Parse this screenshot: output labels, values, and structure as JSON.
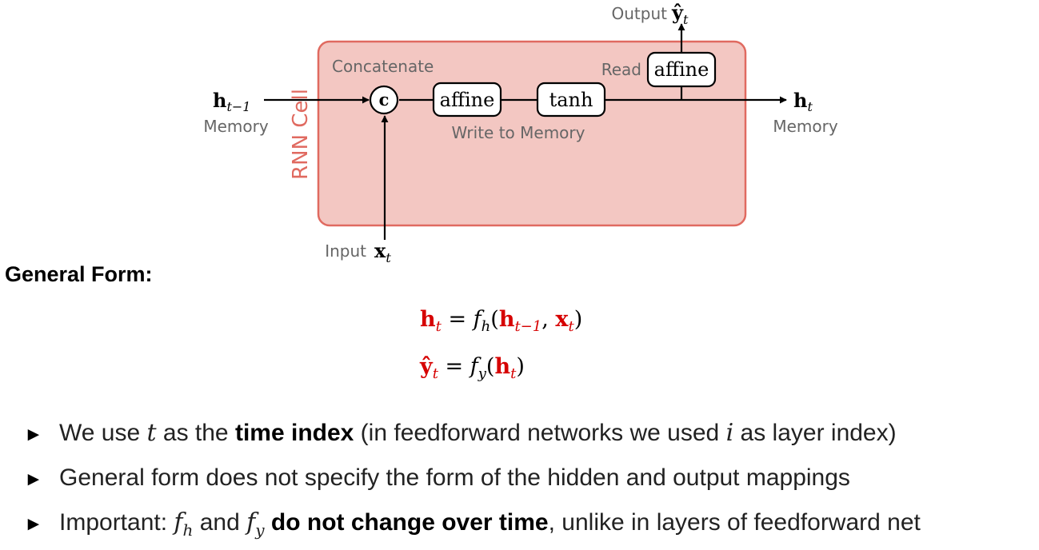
{
  "diagram": {
    "cell_label": "RNN Cell",
    "concatenate_label": "Concatenate",
    "concat_node": "c",
    "affine_write_label": "affine",
    "tanh_label": "tanh",
    "write_label": "Write to Memory",
    "read_label": "Read",
    "affine_read_label": "affine",
    "output_label": "Output",
    "output_symbol": "ŷ",
    "output_sub": "t",
    "hprev_symbol": "h",
    "hprev_sub": "t−1",
    "hprev_caption": "Memory",
    "hnext_symbol": "h",
    "hnext_sub": "t",
    "hnext_caption": "Memory",
    "input_label": "Input",
    "input_symbol": "x",
    "input_sub": "t"
  },
  "general_form": {
    "heading": "General Form:",
    "eq1": {
      "lhs": "h",
      "lhs_sub": "t",
      "mid": "= f",
      "f_sub": "h",
      "open": "(",
      "arg1": "h",
      "arg1_sub": "t−1",
      "comma": ", ",
      "arg2": "x",
      "arg2_sub": "t",
      "close": ")"
    },
    "eq2": {
      "lhs": "ŷ",
      "lhs_sub": "t",
      "mid": "= f",
      "f_sub": "y",
      "open": "(",
      "arg1": "h",
      "arg1_sub": "t",
      "close": ")"
    }
  },
  "bullets": [
    {
      "pre": "We use ",
      "m1": "t",
      "mid1": " as the ",
      "bold": "time index",
      "mid2": " (in feedforward networks we used ",
      "m2": "i",
      "post": " as layer index)"
    },
    {
      "text": "General form does not specify the form of the hidden and output mappings"
    },
    {
      "pre": "Important: ",
      "f": "f",
      "fsub1": "h",
      "and": " and ",
      "fsub2": "y",
      "sp": " ",
      "bold": "do not change over time",
      "post": ", unlike in layers of feedforward net"
    }
  ],
  "colors": {
    "cell_fill": "#f3c7c2",
    "cell_border": "#e06a60",
    "cell_label": "#e06a60",
    "highlight": "#d60000"
  }
}
